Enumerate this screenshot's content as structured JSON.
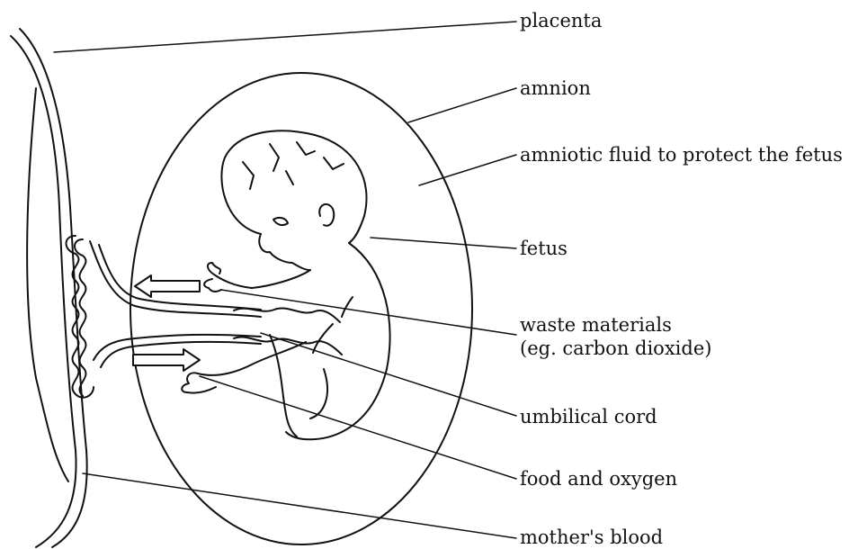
{
  "labels": {
    "placenta": "placenta",
    "amnion": "amnion",
    "amniotic_fluid": "amniotic fluid to protect the fetus",
    "fetus": "fetus",
    "waste_line1": "waste materials",
    "waste_line2": "(eg. carbon dioxide)",
    "umbilical_cord": "umbilical cord",
    "food_oxygen": "food and oxygen",
    "mothers_blood": "mother's blood"
  },
  "colors": {
    "line": "#111111",
    "background": "#ffffff",
    "arrow_fill": "#ffffff"
  }
}
